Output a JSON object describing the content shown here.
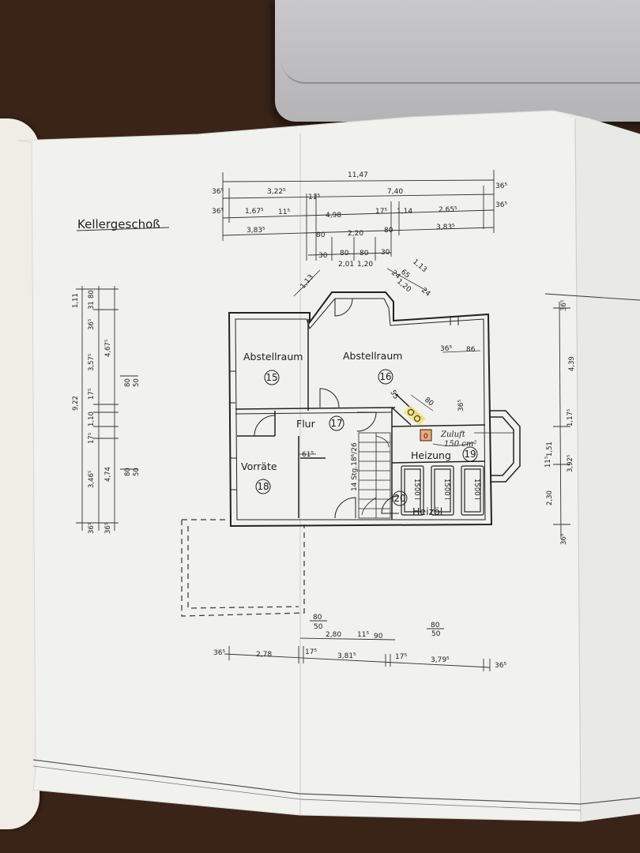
{
  "drawing": {
    "title": "Kellergeschoß",
    "rooms": [
      {
        "name": "Abstellraum",
        "number": "15"
      },
      {
        "name": "Abstellraum",
        "number": "16"
      },
      {
        "name": "Flur",
        "number": "17"
      },
      {
        "name": "Vorräte",
        "number": "18"
      },
      {
        "name": "Heizung",
        "number": "19"
      },
      {
        "name": "Heizöl",
        "number": "20"
      }
    ],
    "stairs_label": "14 Stg.18⁶/26",
    "tank_labels": [
      "1500 l",
      "1500 l",
      "1500 l"
    ],
    "small_label": "0",
    "handwritten_note": [
      "Zuluft",
      "150 cm²"
    ],
    "top_dimensions": {
      "total": "11,47",
      "row1": [
        "36⁵",
        "3,22⁵",
        "11⁵",
        "7,40",
        "36⁵"
      ],
      "row2": [
        "36⁵",
        "1,67⁵",
        "11⁵",
        "4,98",
        "17⁵",
        "1,14",
        "2,65⁵",
        "36⁵"
      ],
      "row3": [
        "3,83⁵",
        "80",
        "2,20",
        "80",
        "3,83⁵"
      ],
      "bay": [
        "30",
        "80",
        "80",
        "30",
        "2,01",
        "1,20"
      ],
      "diagonal": [
        "1,13",
        "1,13",
        "24",
        "65",
        "1,20",
        "24"
      ]
    },
    "interior_dimensions": [
      "36⁵",
      "86",
      "36⁵",
      "80",
      "55",
      "61⁵"
    ],
    "left_dimensions": {
      "total": "9,22",
      "segments": [
        "1,11",
        "31",
        "80",
        "36⁵",
        "3,57⁵",
        "4,67⁵",
        "17⁵",
        "1,10",
        "17⁵",
        "3,46⁵",
        "4,74",
        "36⁵",
        "36⁵"
      ],
      "openings": [
        "80",
        "50",
        "80",
        "50"
      ]
    },
    "right_dimensions": [
      "36⁵",
      "4,39",
      "1,17⁵",
      "11⁵",
      "1,51",
      "3,92⁵",
      "2,30",
      "36⁵"
    ],
    "bottom_dimensions": {
      "row1": [
        "80",
        "50",
        "2,80",
        "11⁵",
        "90",
        "80",
        "50"
      ],
      "row2": [
        "36⁵",
        "2,78",
        "17⁵",
        "3,81⁵",
        "17⁵",
        "3,79⁵",
        "36⁵"
      ]
    }
  }
}
